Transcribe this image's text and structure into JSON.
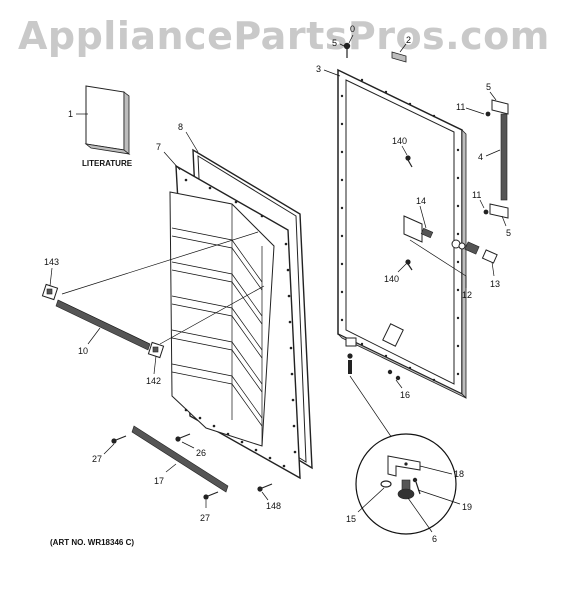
{
  "watermark": "AppliancePartsPros.com",
  "literature_label": "LITERATURE",
  "art_number": "(ART NO. WR18346 C)",
  "callouts": {
    "c0": "0",
    "c1": "1",
    "c2": "2",
    "c3": "3",
    "c4": "4",
    "c5a": "5",
    "c5b": "5",
    "c5c": "5",
    "c6": "6",
    "c7": "7",
    "c8": "8",
    "c10": "10",
    "c11a": "11",
    "c11b": "11",
    "c12": "12",
    "c13": "13",
    "c14": "14",
    "c15": "15",
    "c16": "16",
    "c17": "17",
    "c18": "18",
    "c19": "19",
    "c26": "26",
    "c27a": "27",
    "c27b": "27",
    "c140a": "140",
    "c140b": "140",
    "c142": "142",
    "c143": "143",
    "c148": "148"
  }
}
